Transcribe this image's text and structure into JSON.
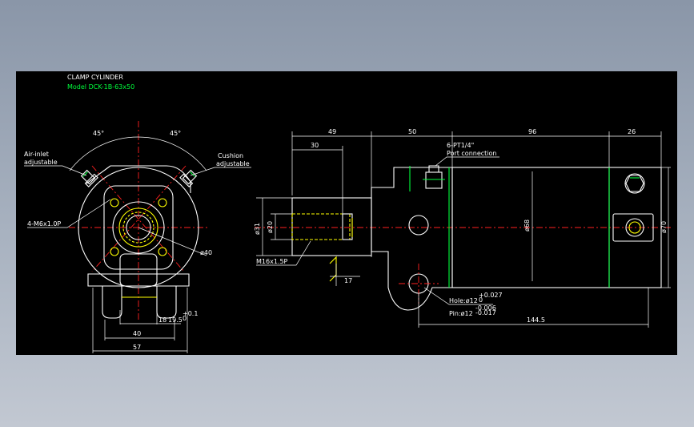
{
  "header": {
    "title": "CLAMP  CYLINDER",
    "model": "Model  DCK-1B-63x50"
  },
  "colors": {
    "background": "#000000",
    "outline": "#ffffff",
    "hidden": "#ffff00",
    "center": "#ff2020",
    "green": "#00ff3c"
  },
  "front_view": {
    "angle_left": "45°",
    "angle_right": "45°",
    "air_inlet_line1": "Air-inlet",
    "air_inlet_line2": "adjustable",
    "cushion_line1": "Cushion",
    "cushion_line2": "adjustable",
    "thread": "4-M6x1.0P",
    "dia": "ø40",
    "dim_18": "18",
    "dim_19_5": "19.5",
    "dim_19_5_tol": "+0.1",
    "dim_19_5_tol_low": "0",
    "dim_40": "40",
    "dim_57": "57"
  },
  "side_view": {
    "dim_49": "49",
    "dim_50": "50",
    "dim_96": "96",
    "dim_26": "26",
    "dim_30": "30",
    "port_line1": "6-PT1/4\"",
    "port_line2": "Port  connection",
    "dia_31": "ø31",
    "dia_20": "ø20",
    "dia_68": "ø68",
    "dia_70": "ø70",
    "rod_thread": "M16x1.5P",
    "dim_17": "17",
    "hole": "Hole:ø12",
    "hole_tol_hi": "+0.027",
    "hole_tol_lo": "0",
    "pin": "Pin:ø12",
    "pin_tol_hi": "-0.006",
    "pin_tol_lo": "-0.017",
    "dim_144_5": "144.5"
  }
}
